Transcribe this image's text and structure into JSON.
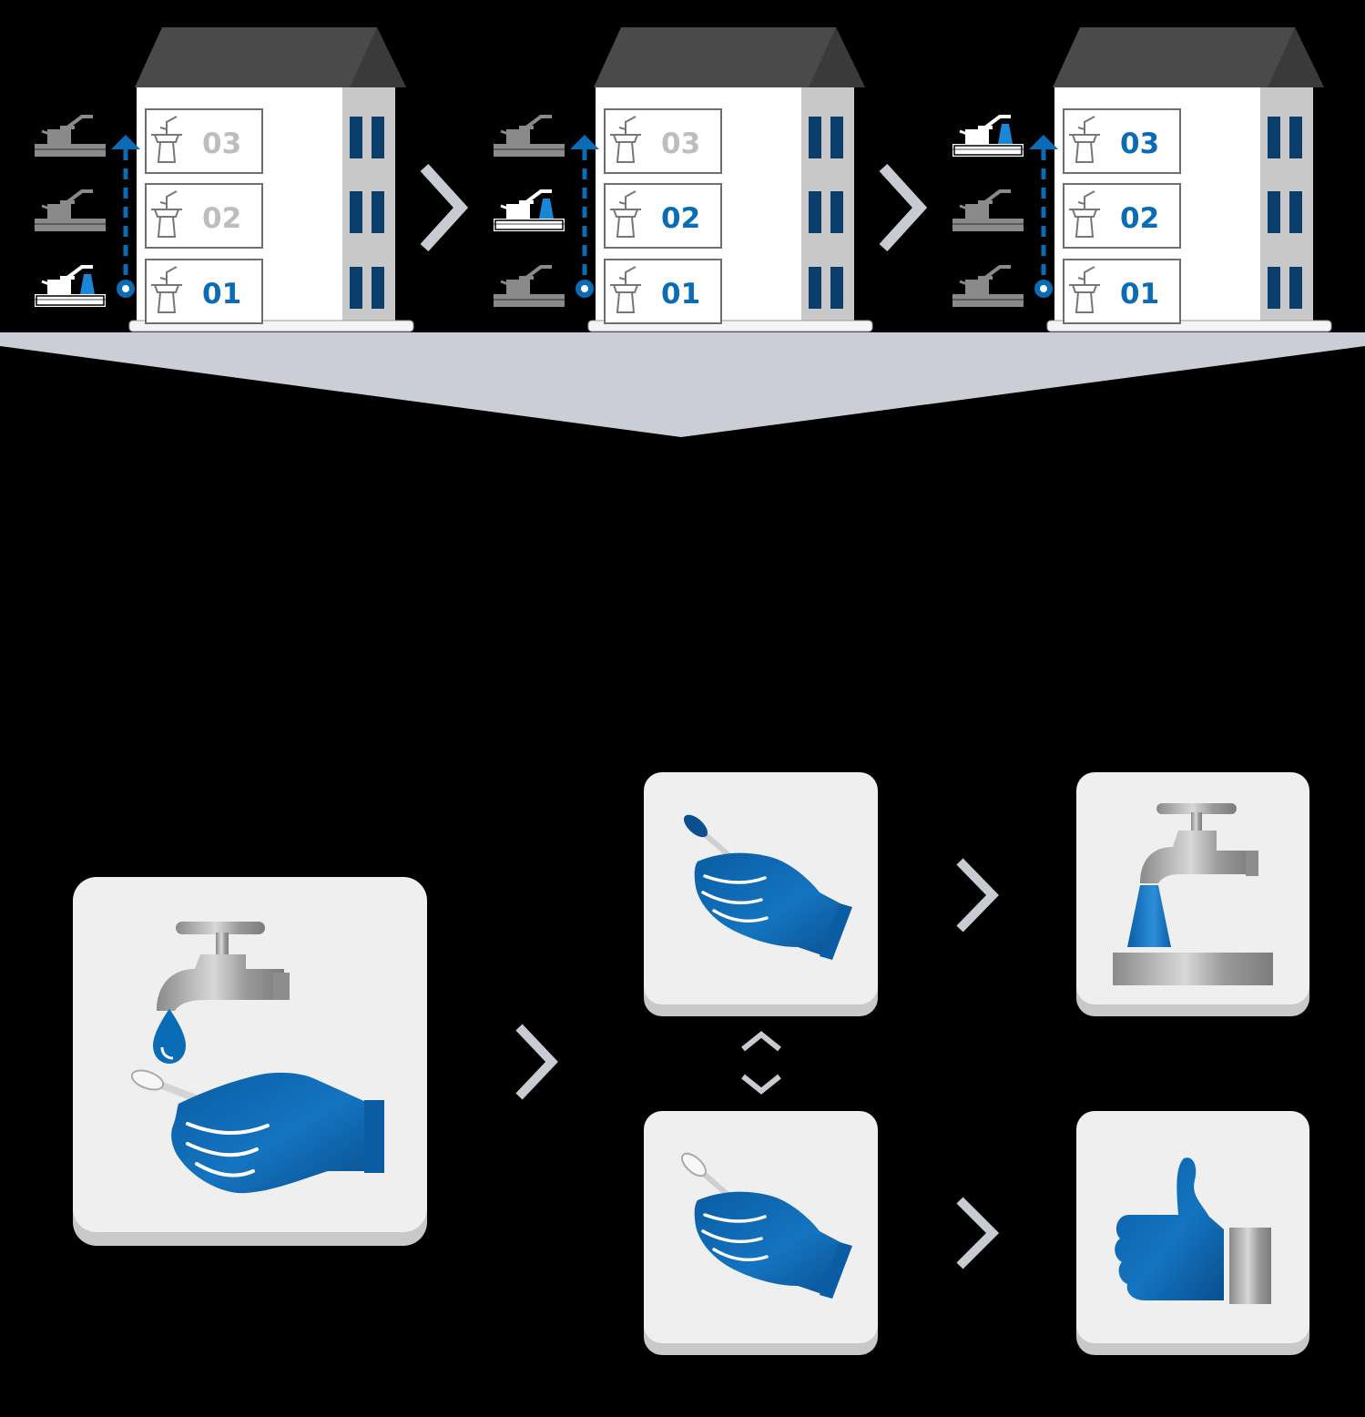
{
  "colors": {
    "background": "#000000",
    "accent_blue": "#0a6cb4",
    "dark_blue": "#0b3d6b",
    "inactive_gray": "#bdbdbd",
    "building_white": "#ffffff",
    "roof_gray": "#4a4a4a",
    "wall_gray": "#c8c8c8",
    "funnel_gray": "#cbced6",
    "card_bg": "#efefef",
    "card_shadow": "#c9c9c9",
    "metal_gray": "#9c9c9c"
  },
  "buildings": [
    {
      "floors": [
        {
          "label": "03",
          "active": false
        },
        {
          "label": "02",
          "active": false
        },
        {
          "label": "01",
          "active": true
        }
      ],
      "sampled_floor_index": 2
    },
    {
      "floors": [
        {
          "label": "03",
          "active": false
        },
        {
          "label": "02",
          "active": true
        },
        {
          "label": "01",
          "active": true
        }
      ],
      "sampled_floor_index": 1
    },
    {
      "floors": [
        {
          "label": "03",
          "active": true
        },
        {
          "label": "02",
          "active": true
        },
        {
          "label": "01",
          "active": true
        }
      ],
      "sampled_floor_index": 0
    }
  ],
  "steps": {
    "main": {
      "icon": "tap-water-drop-glove-swab-icon"
    },
    "branch_a": {
      "icon": "glove-swab-dark-tip-icon",
      "next_icon": "tap-flowing-water-icon"
    },
    "branch_b": {
      "icon": "glove-swab-light-tip-icon",
      "next_icon": "thumbs-up-icon"
    },
    "switch_icon": "up-down-chevrons-icon",
    "arrow_icon": "chevron-right-icon"
  }
}
